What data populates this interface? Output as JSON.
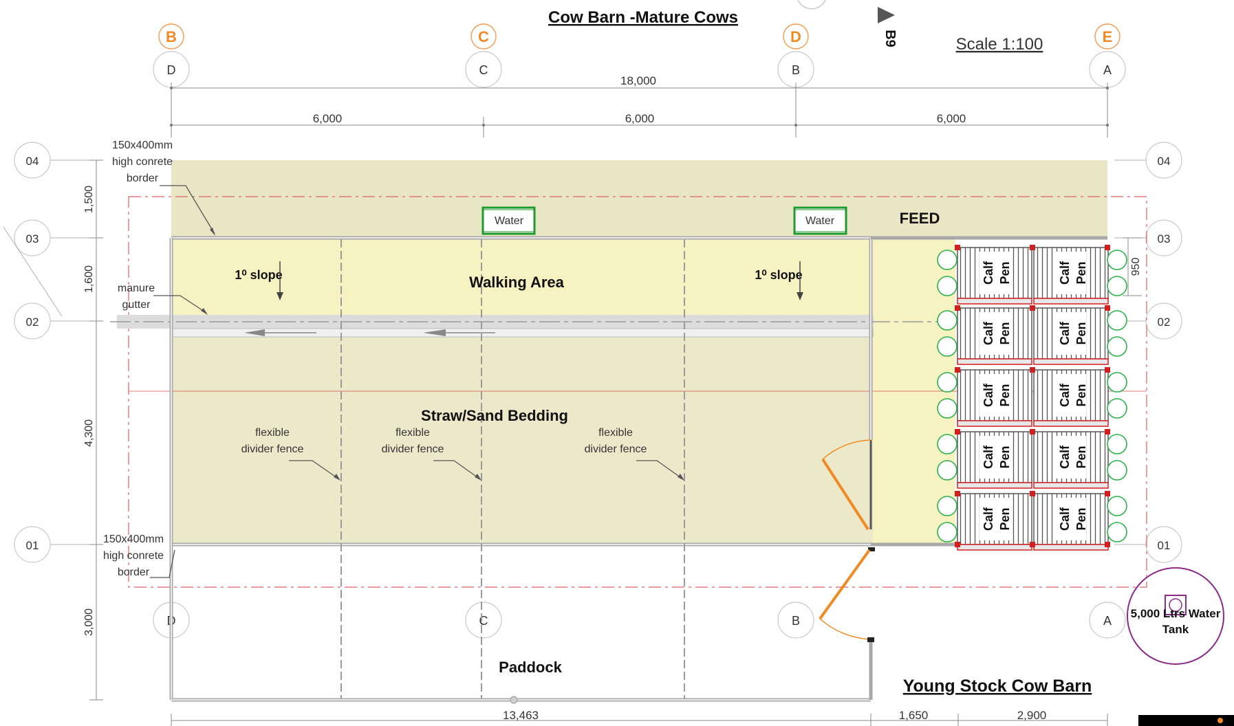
{
  "titles": {
    "main": "Cow Barn -Mature Cows",
    "scale": "Scale 1:100",
    "secondary": "Young Stock Cow Barn",
    "section_mark": "B9"
  },
  "grid": {
    "top_orange": [
      "B",
      "C",
      "D",
      "E"
    ],
    "top_plain": [
      "D",
      "C",
      "B",
      "A"
    ],
    "rows": [
      "04",
      "03",
      "02",
      "01"
    ]
  },
  "dimensions": {
    "overall": "18,000",
    "bays": [
      "6,000",
      "6,000",
      "6,000"
    ],
    "left": [
      "1,500",
      "1,600",
      "4,300",
      "3,000"
    ],
    "bottom": [
      "13,463",
      "1,650",
      "2,900"
    ],
    "right": "950"
  },
  "labels": {
    "border_top": [
      "150x400mm",
      "high conrete",
      "border"
    ],
    "border_bottom": [
      "150x400mm",
      "high conrete",
      "border"
    ],
    "manure": [
      "manure",
      "gutter"
    ],
    "slope_left": "1⁰ slope",
    "slope_right": "1⁰ slope",
    "walking": "Walking Area",
    "bedding": "Straw/Sand Bedding",
    "fence": [
      "flexible",
      "divider fence"
    ],
    "feed": "FEED",
    "water": "Water",
    "paddock": "Paddock",
    "calf_pen": [
      "Calf",
      "Pen"
    ],
    "tank": [
      "5,000 Ltrs Water",
      "Tank"
    ]
  },
  "colors": {
    "feed_area": "#e9e6c6",
    "walking_area": "#f7f2c2",
    "bedding_area": "#ece9cb",
    "accent_orange": "#f08a24",
    "grid_orange": "#f59a50",
    "water_green": "#1f9a2e",
    "tank_purple": "#8a2a8a",
    "pen_red": "#d22020"
  }
}
